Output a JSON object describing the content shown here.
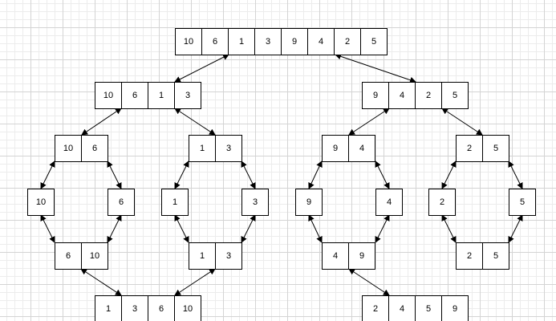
{
  "arrays": [
    {
      "id": "root",
      "values": [
        "10",
        "6",
        "1",
        "3",
        "9",
        "4",
        "2",
        "5"
      ]
    },
    {
      "id": "left-half",
      "values": [
        "10",
        "6",
        "1",
        "3"
      ]
    },
    {
      "id": "right-half",
      "values": [
        "9",
        "4",
        "2",
        "5"
      ]
    },
    {
      "id": "pair-10-6",
      "values": [
        "10",
        "6"
      ]
    },
    {
      "id": "pair-1-3",
      "values": [
        "1",
        "3"
      ]
    },
    {
      "id": "pair-9-4",
      "values": [
        "9",
        "4"
      ]
    },
    {
      "id": "pair-2-5",
      "values": [
        "2",
        "5"
      ]
    },
    {
      "id": "single-10",
      "values": [
        "10"
      ]
    },
    {
      "id": "single-6",
      "values": [
        "6"
      ]
    },
    {
      "id": "single-1",
      "values": [
        "1"
      ]
    },
    {
      "id": "single-3",
      "values": [
        "3"
      ]
    },
    {
      "id": "single-9",
      "values": [
        "9"
      ]
    },
    {
      "id": "single-4",
      "values": [
        "4"
      ]
    },
    {
      "id": "single-2",
      "values": [
        "2"
      ]
    },
    {
      "id": "single-5",
      "values": [
        "5"
      ]
    },
    {
      "id": "merged-6-10",
      "values": [
        "6",
        "10"
      ]
    },
    {
      "id": "merged-1-3",
      "values": [
        "1",
        "3"
      ]
    },
    {
      "id": "merged-4-9",
      "values": [
        "4",
        "9"
      ]
    },
    {
      "id": "merged-2-5",
      "values": [
        "2",
        "5"
      ]
    },
    {
      "id": "merged-left",
      "values": [
        "1",
        "3",
        "6",
        "10"
      ]
    },
    {
      "id": "merged-right",
      "values": [
        "2",
        "4",
        "5",
        "9"
      ]
    }
  ],
  "connections": [
    {
      "from": "root",
      "to": "left-half"
    },
    {
      "from": "root",
      "to": "right-half"
    },
    {
      "from": "left-half",
      "to": "pair-10-6"
    },
    {
      "from": "left-half",
      "to": "pair-1-3"
    },
    {
      "from": "right-half",
      "to": "pair-9-4"
    },
    {
      "from": "right-half",
      "to": "pair-2-5"
    },
    {
      "from": "pair-10-6",
      "to": "single-10"
    },
    {
      "from": "pair-10-6",
      "to": "single-6"
    },
    {
      "from": "pair-1-3",
      "to": "single-1"
    },
    {
      "from": "pair-1-3",
      "to": "single-3"
    },
    {
      "from": "pair-9-4",
      "to": "single-9"
    },
    {
      "from": "pair-9-4",
      "to": "single-4"
    },
    {
      "from": "pair-2-5",
      "to": "single-2"
    },
    {
      "from": "pair-2-5",
      "to": "single-5"
    },
    {
      "from": "single-10",
      "to": "merged-6-10"
    },
    {
      "from": "single-6",
      "to": "merged-6-10"
    },
    {
      "from": "single-1",
      "to": "merged-1-3"
    },
    {
      "from": "single-3",
      "to": "merged-1-3"
    },
    {
      "from": "single-9",
      "to": "merged-4-9"
    },
    {
      "from": "single-4",
      "to": "merged-4-9"
    },
    {
      "from": "single-2",
      "to": "merged-2-5"
    },
    {
      "from": "single-5",
      "to": "merged-2-5"
    },
    {
      "from": "merged-6-10",
      "to": "merged-left"
    },
    {
      "from": "merged-1-3",
      "to": "merged-left"
    },
    {
      "from": "merged-4-9",
      "to": "merged-right"
    }
  ]
}
